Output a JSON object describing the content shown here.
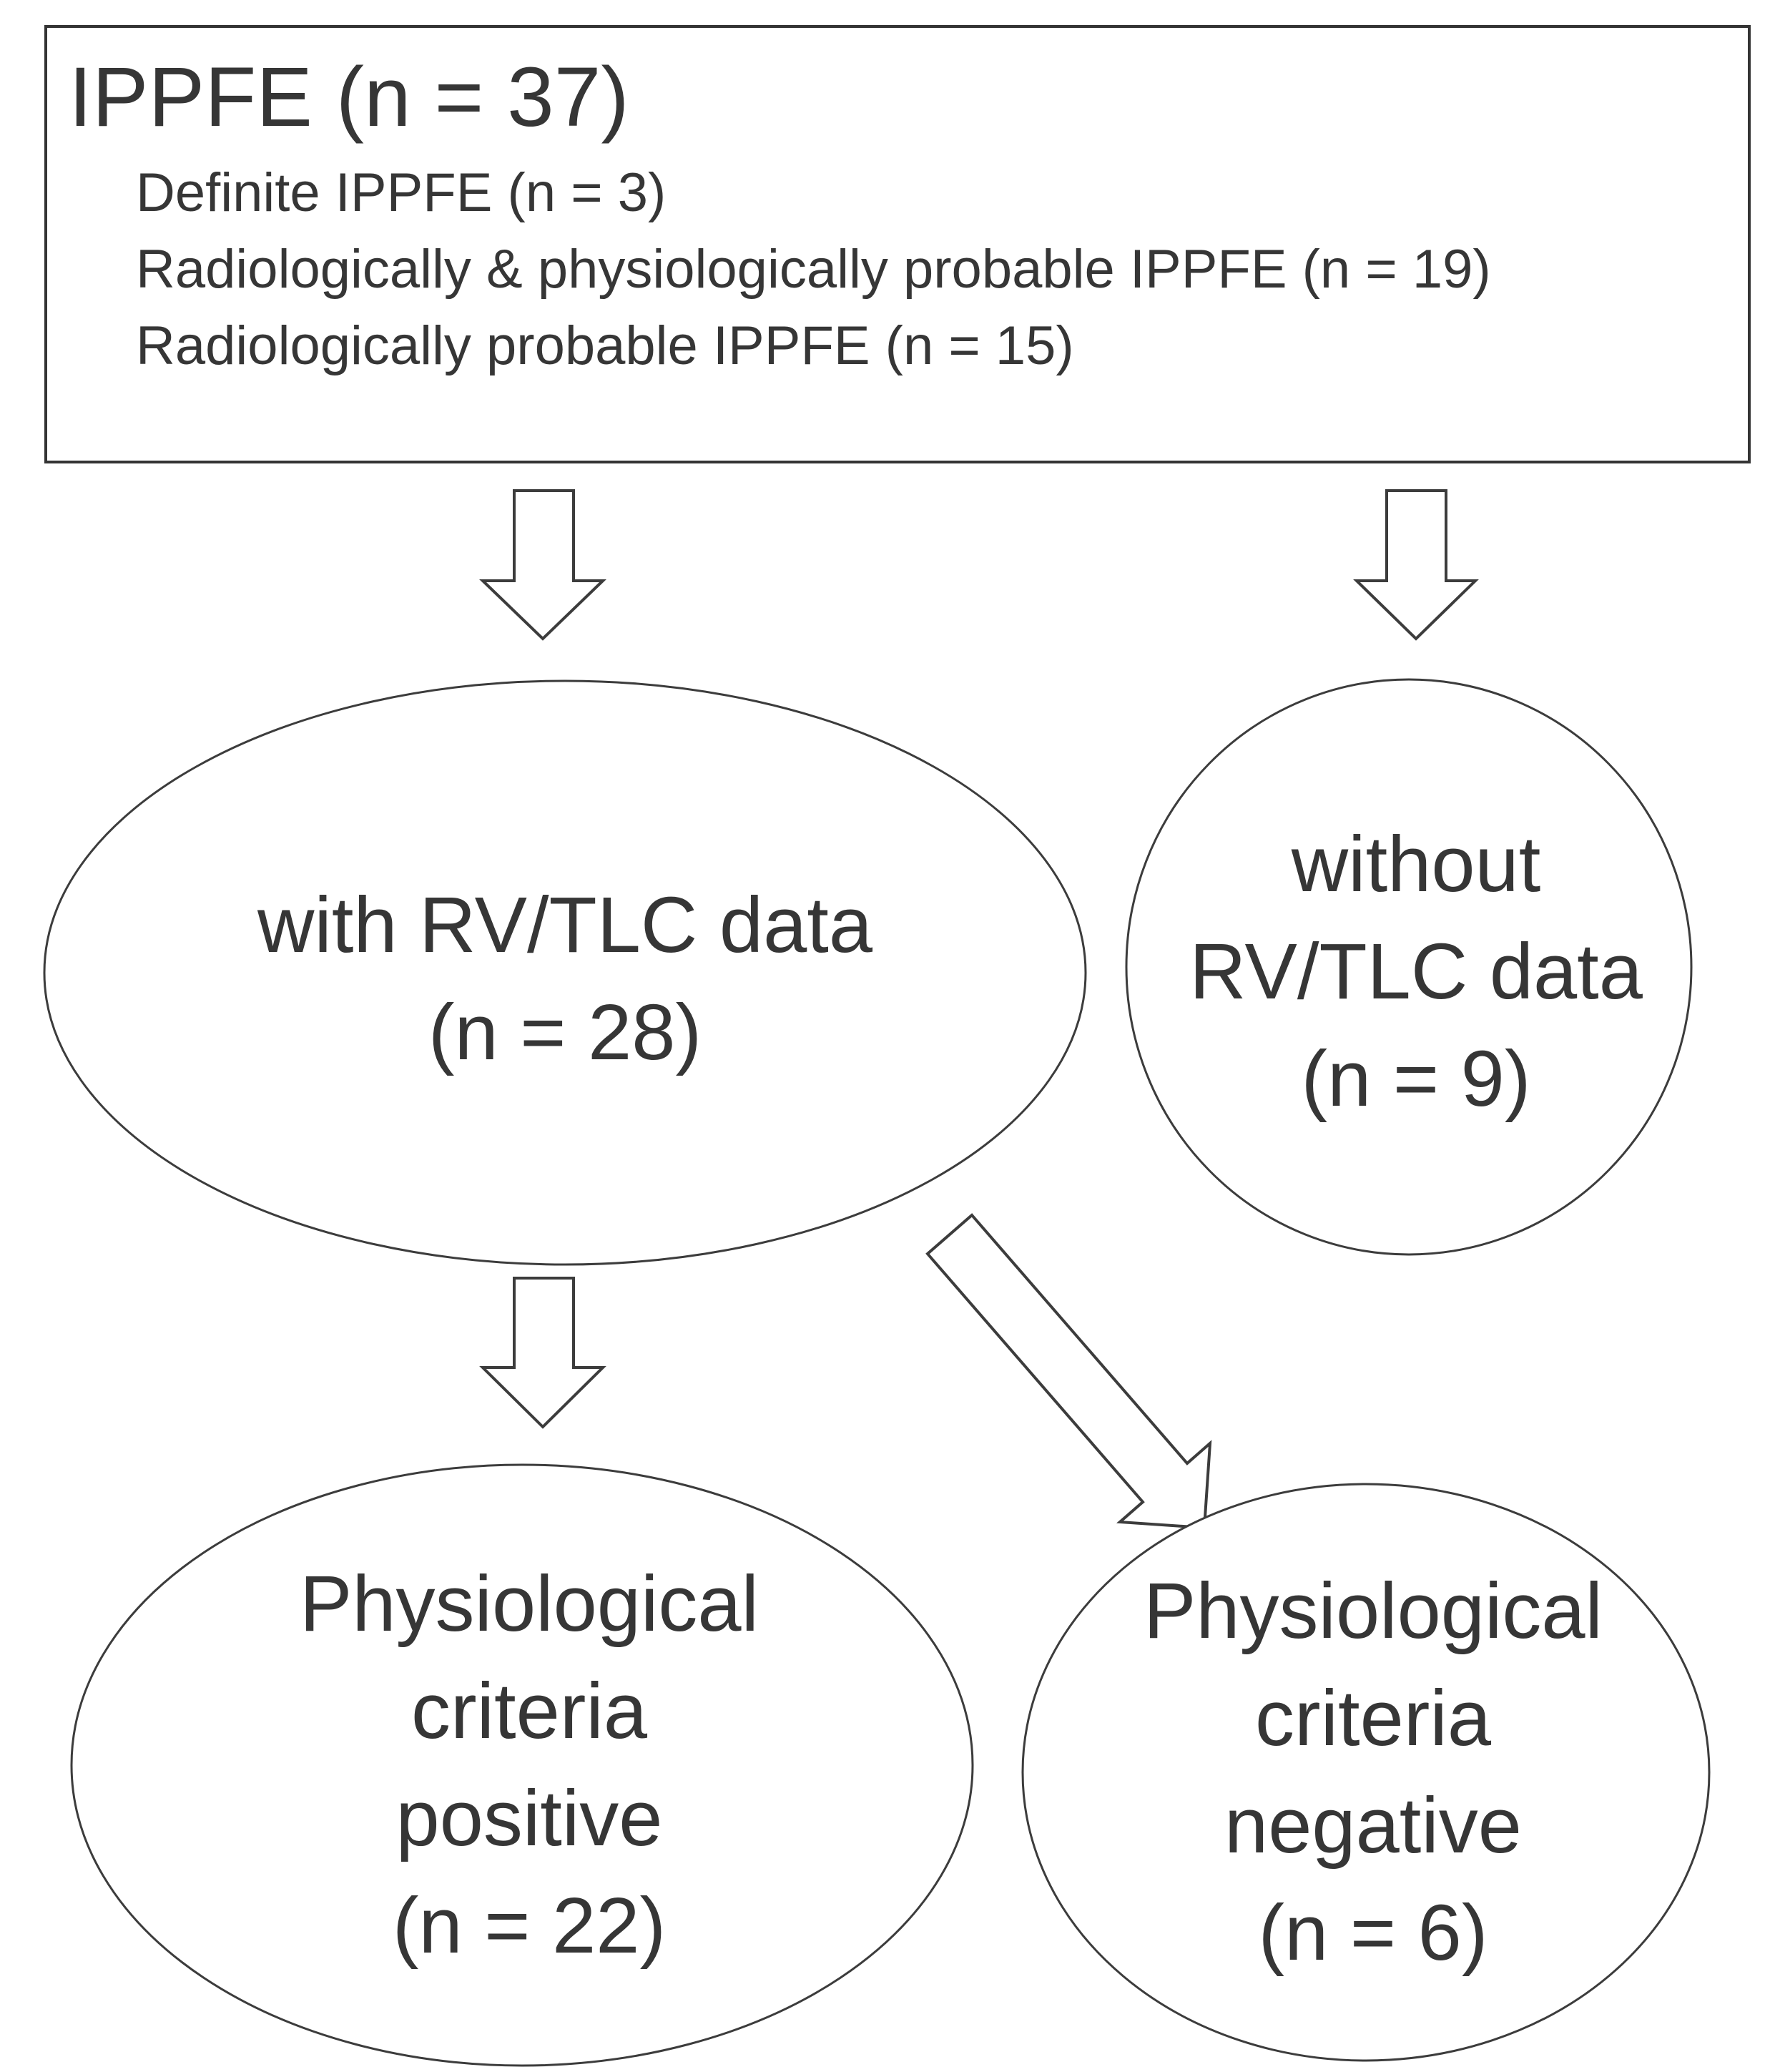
{
  "colors": {
    "outline": "#3c3c3c",
    "box_border": "#343434",
    "text": "#363636",
    "background": "#ffffff"
  },
  "top_box": {
    "title": "IPPFE (n = 37)",
    "items": [
      "Definite IPPFE (n = 3)",
      "Radiologically & physiologically probable IPPFE (n = 19)",
      "Radiologically probable IPPFE (n = 15)"
    ]
  },
  "nodes": {
    "with_rvtlc": {
      "lines": [
        "with RV/TLC data",
        "(n = 28)"
      ]
    },
    "without_rvtlc": {
      "lines": [
        "without",
        "RV/TLC data",
        "(n = 9)"
      ]
    },
    "criteria_positive": {
      "lines": [
        "Physiological",
        "criteria",
        "positive",
        "(n = 22)"
      ]
    },
    "criteria_negative": {
      "lines": [
        "Physiological",
        "criteria",
        "negative",
        "(n = 6)"
      ]
    }
  }
}
